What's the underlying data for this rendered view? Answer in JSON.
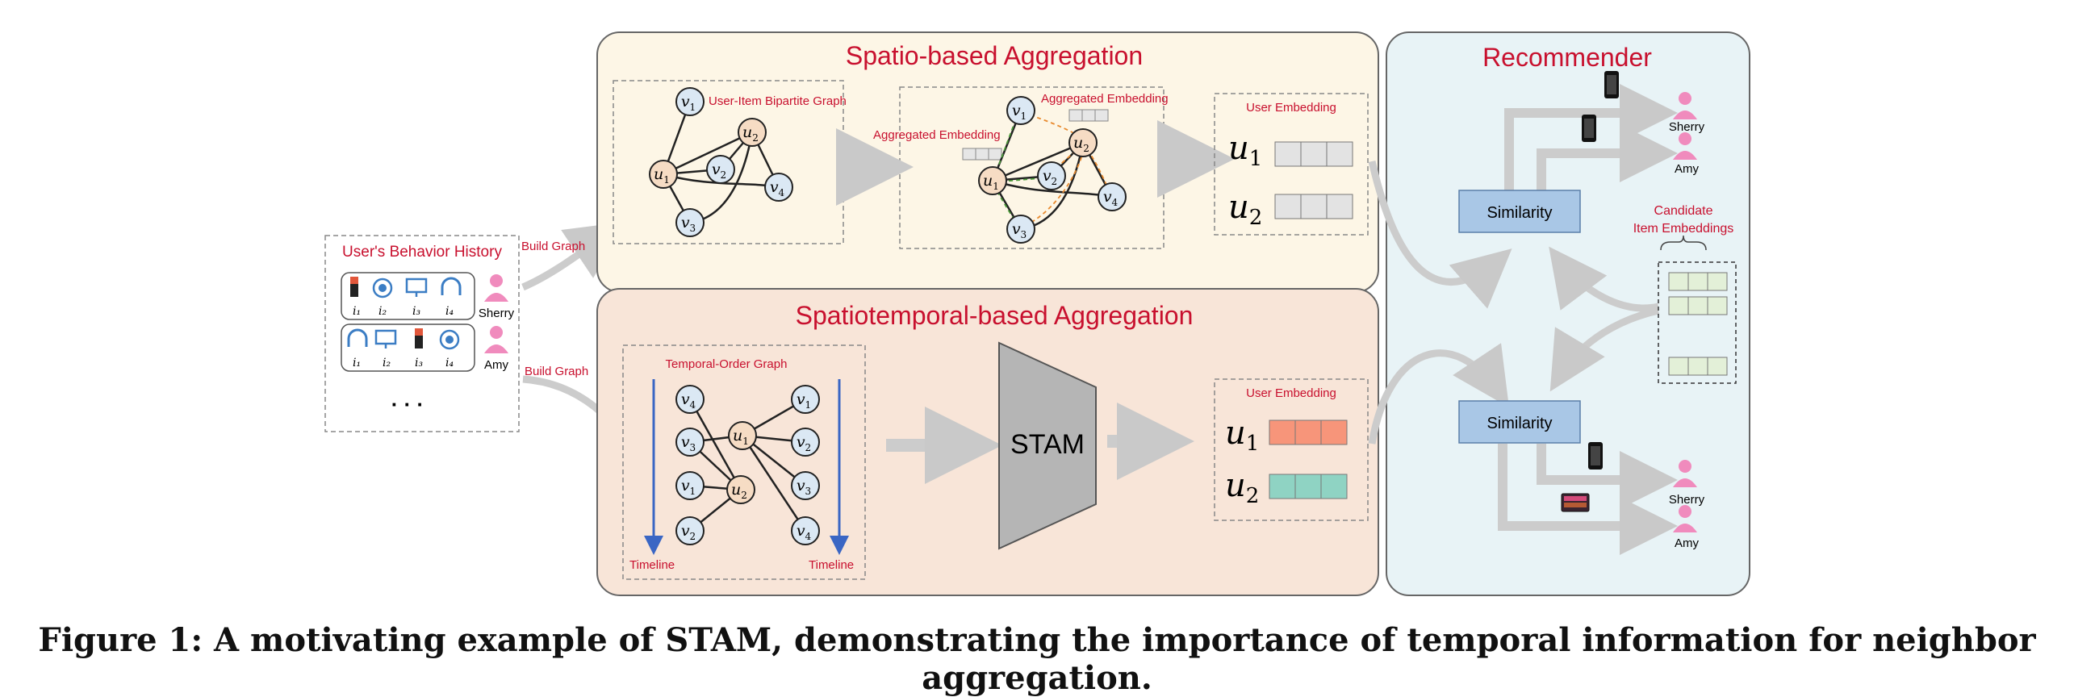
{
  "history": {
    "title": "User's Behavior History",
    "rows": [
      {
        "items": [
          "i₁",
          "i₂",
          "i₃",
          "i₄"
        ],
        "user": "Sherry"
      },
      {
        "items": [
          "i₁",
          "i₂",
          "i₃",
          "i₄"
        ],
        "user": "Amy"
      }
    ],
    "ellipsis": "· · ·",
    "build_graph_top": "Build Graph",
    "build_graph_bottom": "Build Graph"
  },
  "spatio": {
    "title": "Spatio-based Aggregation",
    "bipartite_label": "User-Item Bipartite Graph",
    "agg_label_1": "Aggregated Embedding",
    "agg_label_2": "Aggregated Embedding",
    "embedding_title": "User Embedding",
    "u1": "u",
    "u1_sub": "1",
    "u2": "u",
    "u2_sub": "2"
  },
  "nodes": {
    "v1": "v",
    "v2": "v",
    "v3": "v",
    "v4": "v",
    "u1": "u",
    "u2": "u"
  },
  "temporal": {
    "title": "Spatiotemporal-based Aggregation",
    "graph_label": "Temporal-Order Graph",
    "timeline_left": "Timeline",
    "timeline_right": "Timeline",
    "model": "STAM",
    "embedding_title": "User Embedding"
  },
  "recommender": {
    "title": "Recommender",
    "similarity_top": "Similarity",
    "similarity_bottom": "Similarity",
    "candidate_title": "Candidate",
    "candidate_subtitle": "Item Embeddings",
    "top_users": [
      "Sherry",
      "Amy"
    ],
    "bottom_users": [
      "Sherry",
      "Amy"
    ]
  },
  "caption": "Figure 1: A motivating example of STAM, demonstrating the importance of temporal information for neighbor aggregation.",
  "colors": {
    "accent_red": "#c8102e",
    "spatio_bg": "#fdf6e6",
    "temporal_bg": "#f8e5d8",
    "recommender_bg": "#e8f3f6",
    "user_node": "#f6dcc4",
    "item_node": "#dbe8f4",
    "similarity_box": "#a9c7e6",
    "emb_orange": "#f7957a",
    "emb_teal": "#8fd3c3",
    "emb_green": "#e3f0d8",
    "user_pink": "#f08bbd"
  }
}
